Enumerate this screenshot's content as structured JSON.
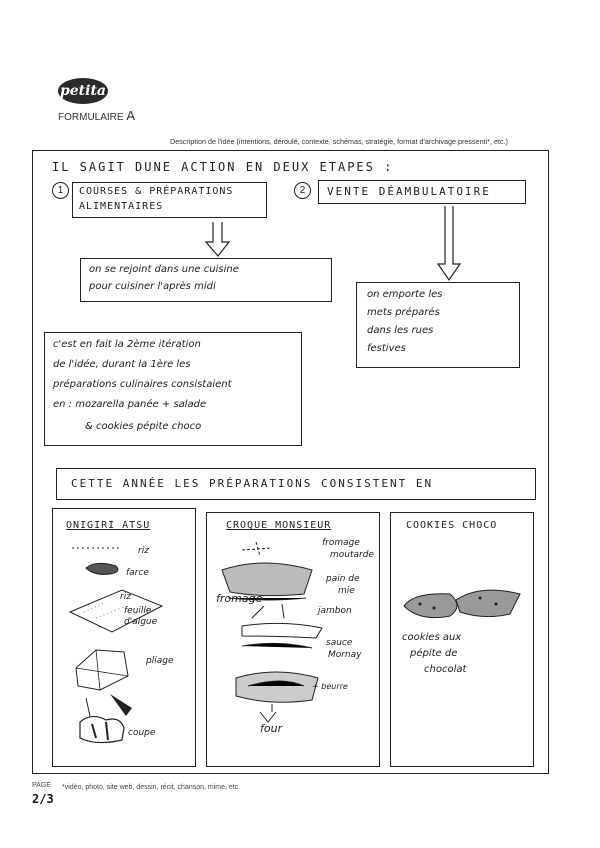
{
  "header": {
    "logo_text": "petita",
    "form_label": "FORMULAIRE",
    "form_letter": "A",
    "description": "Description de l'idée (intentions, déroulé, contexte, schémas, stratégie, format d'archivage pressenti*, etc.)"
  },
  "sketch": {
    "intro": "IL SAGIT DUNE ACTION EN DEUX ETAPES :",
    "step1_num": "1",
    "step1_line1": "COURSES & PRÉPARATIONS",
    "step1_line2": "ALIMENTAIRES",
    "step1_note_line1": "on se rejoint dans une cuisine",
    "step1_note_line2": "pour cuisiner l'après midi",
    "step2_num": "2",
    "step2_title": "VENTE DÉAMBULATOIRE",
    "step2_note_line1": "on emporte les",
    "step2_note_line2": "mets préparés",
    "step2_note_line3": "dans les rues",
    "step2_note_line4": "festives",
    "iter_line1": "c'est en fait la 2ème itération",
    "iter_line2": "de l'idée, durant la 1ère les",
    "iter_line3": "préparations culinaires consistaient",
    "iter_line4": "en : mozarella panée + salade",
    "iter_line5": "& cookies pépite choco",
    "banner": "CETTE ANNÉE LES PRÉPARATIONS CONSISTENT EN",
    "col1": {
      "title": "ONIGIRI ATSU",
      "riz1": "riz",
      "farce": "farce",
      "riz2": "riz",
      "feuille1": "feuille",
      "feuille2": "d'algue",
      "pliage": "pliage",
      "coupe": "coupe"
    },
    "col2": {
      "title": "CROQUE MONSIEUR",
      "fromage1": "fromage",
      "moutarde": "moutarde",
      "pain1": "pain de",
      "pain2": "mie",
      "fromage2": "fromage",
      "jambon": "jambon",
      "sauce1": "sauce",
      "sauce2": "Mornay",
      "beurre": "+ beurre",
      "four": "four"
    },
    "col3": {
      "title": "COOKIES CHOCO",
      "caption1": "cookies aux",
      "caption2": "pépite de",
      "caption3": "chocolat"
    }
  },
  "footer": {
    "page_label": "PAGE",
    "note": "*vidéo, photo, site web, dessin, récit, chanson, mime, etc.",
    "page_number": "2/3"
  }
}
